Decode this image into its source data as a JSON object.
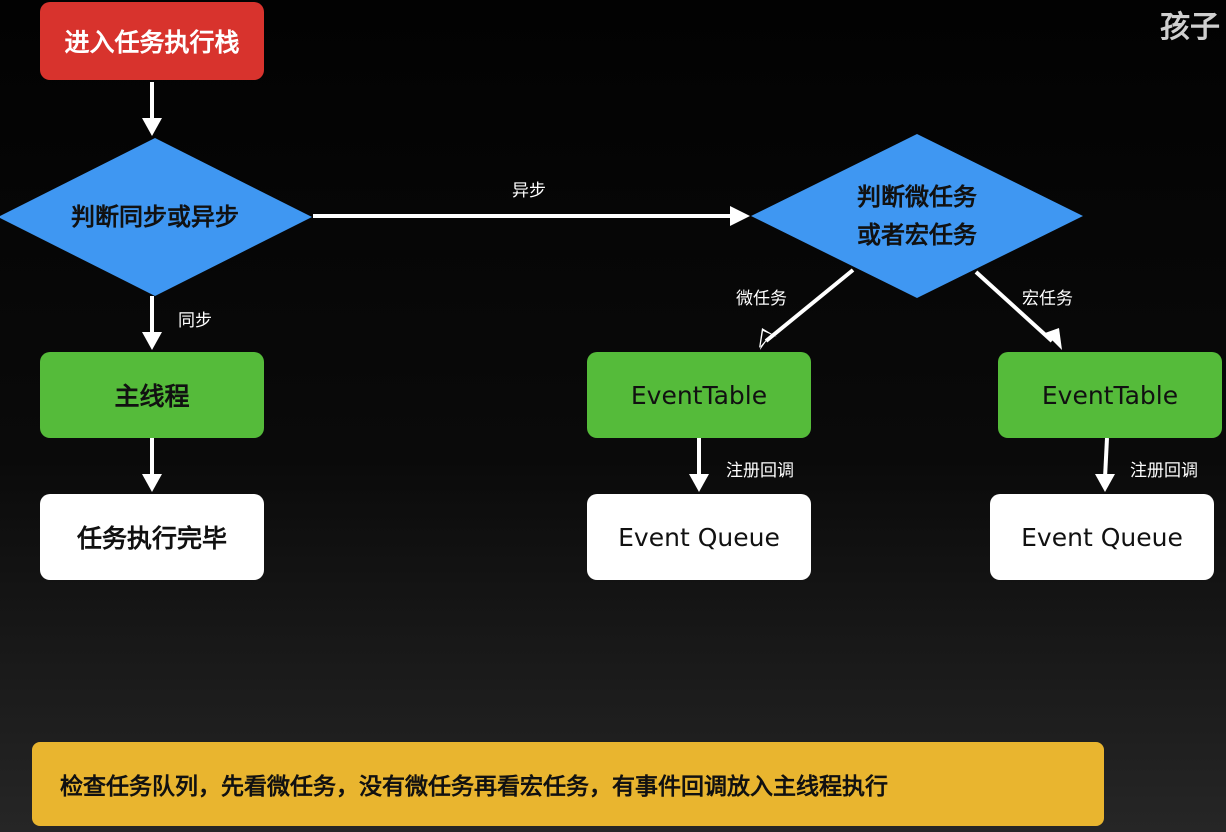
{
  "watermark": "孩子",
  "nodes": {
    "start": "进入任务执行栈",
    "decision_sync": "判断同步或异步",
    "decision_task_line1": "判断微任务",
    "decision_task_line2": "或者宏任务",
    "main_thread": "主线程",
    "task_done": "任务执行完毕",
    "micro_event_table": "EventTable",
    "macro_event_table": "EventTable",
    "micro_event_queue": "Event Queue",
    "macro_event_queue": "Event Queue"
  },
  "edges": {
    "async": "异步",
    "sync": "同步",
    "micro": "微任务",
    "macro": "宏任务",
    "register_callback_micro": "注册回调",
    "register_callback_macro": "注册回调"
  },
  "footer_note": "检查任务队列，先看微任务，没有微任务再看宏任务，有事件回调放入主线程执行",
  "colors": {
    "start": "#d8332d",
    "decision": "#3f97f2",
    "event_table": "#55bb3a",
    "terminal": "#ffffff",
    "note": "#e9b52f",
    "arrow": "#ffffff"
  }
}
